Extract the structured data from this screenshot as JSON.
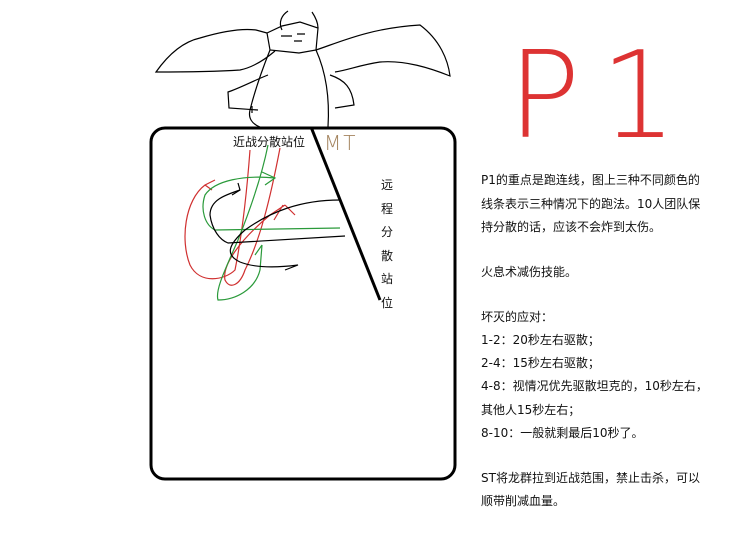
{
  "diagram": {
    "melee_label": "近战分散站位",
    "ranged_label": "远程分散站位",
    "tank_label": "MT",
    "phase_title": "P1",
    "colors": {
      "red": "#d03030",
      "green": "#2a9a3a",
      "black": "#000000",
      "tank": "#a58560"
    }
  },
  "notes": [
    "P1的重点是跑连线，图上三种不同颜色的",
    "线条表示三种情况下的跑法。10人团队保",
    "持分散的话，应该不会炸到太伤。",
    "火息术减伤技能。",
    "坏灭的应对：",
    "1-2：20秒左右驱散；",
    "2-4：15秒左右驱散；",
    "4-8：视情况优先驱散坦克的，10秒左右，",
    "其他人15秒左右；",
    "8-10：一般就剩最后10秒了。",
    "ST将龙群拉到近战范围，禁止击杀，可以",
    "顺带削减血量。"
  ]
}
